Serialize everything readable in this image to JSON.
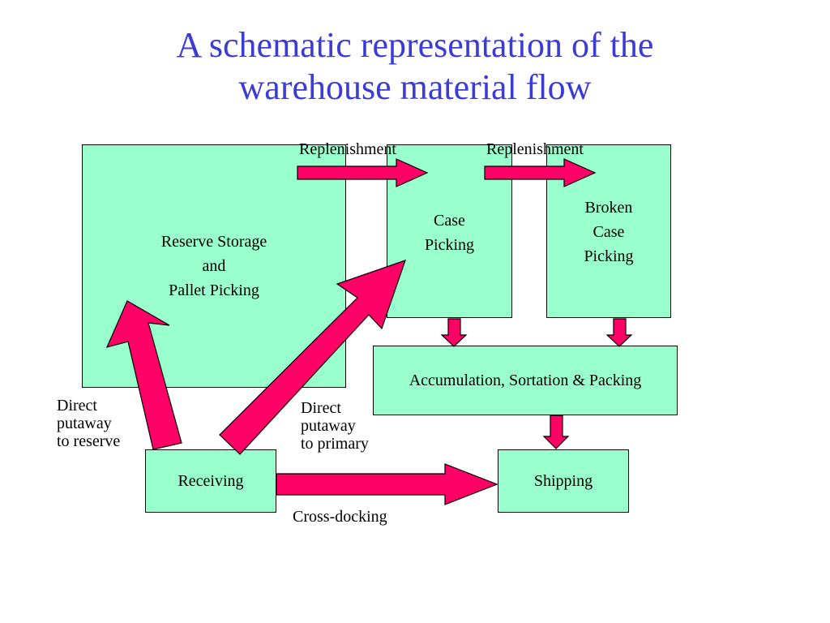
{
  "title": {
    "line1": "A schematic representation of the",
    "line2": "warehouse material flow"
  },
  "boxes": {
    "reserve_storage": "Reserve Storage\nand\nPallet Picking",
    "case_picking": "Case\nPicking",
    "broken_case_picking": "Broken\nCase\nPicking",
    "accumulation": "Accumulation, Sortation & Packing",
    "receiving": "Receiving",
    "shipping": "Shipping"
  },
  "flow_labels": {
    "replenishment_1": "Replenishment",
    "replenishment_2": "Replenishment",
    "direct_putaway_reserve": "Direct\nputaway\nto reserve",
    "direct_putaway_primary": "Direct\nputaway\nto primary",
    "cross_docking": "Cross-docking"
  },
  "colors": {
    "title": "#3b3bd6",
    "box_fill": "#99ffcc",
    "arrow_fill": "#ff0066"
  }
}
